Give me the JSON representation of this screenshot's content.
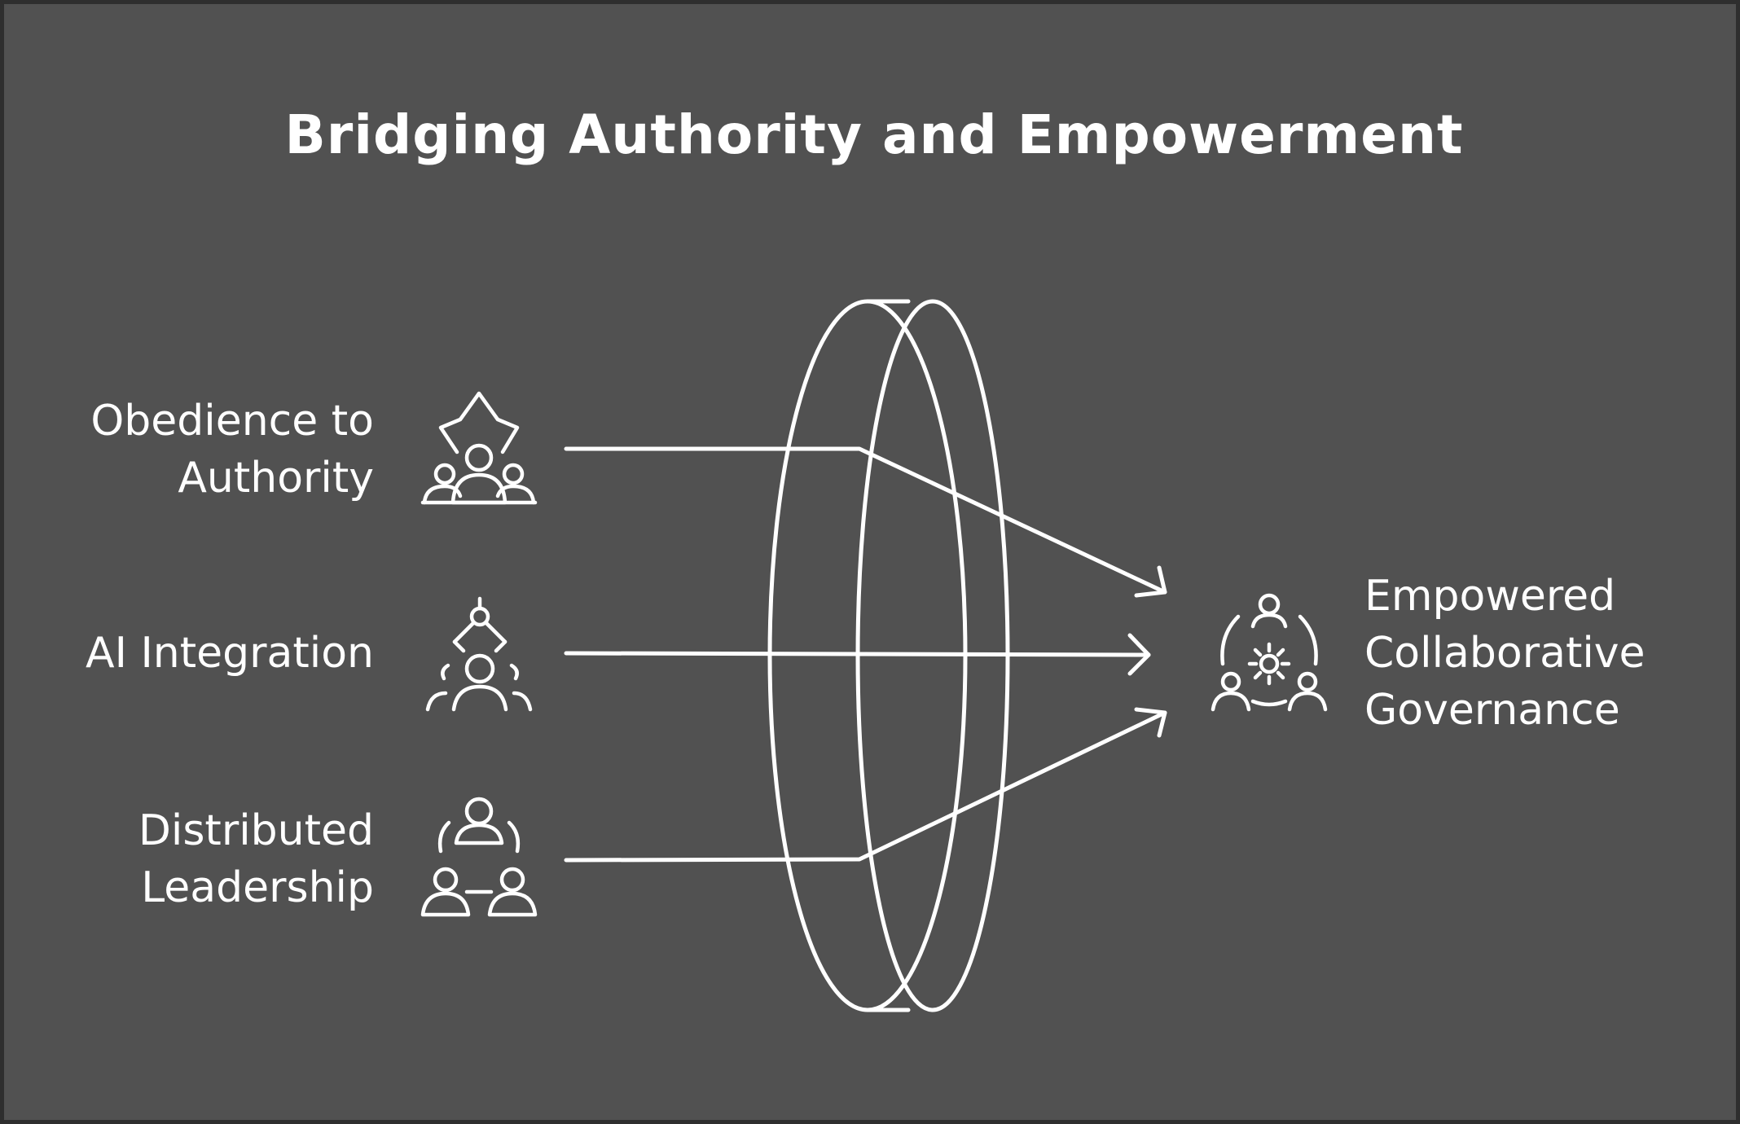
{
  "title": "Bridging Authority and Empowerment",
  "inputs": [
    {
      "lines": [
        "Obedience to",
        "Authority"
      ],
      "icon": "hierarchy-people-icon"
    },
    {
      "lines": [
        "AI Integration"
      ],
      "icon": "ai-network-people-icon"
    },
    {
      "lines": [
        "Distributed",
        "Leadership"
      ],
      "icon": "distributed-team-icon"
    }
  ],
  "output": {
    "lines": [
      "Empowered",
      "Collaborative",
      "Governance"
    ],
    "icon": "collaborative-governance-icon"
  },
  "colors": {
    "background": "#515151",
    "border": "#2e2e2e",
    "foreground": "#ffffff"
  }
}
